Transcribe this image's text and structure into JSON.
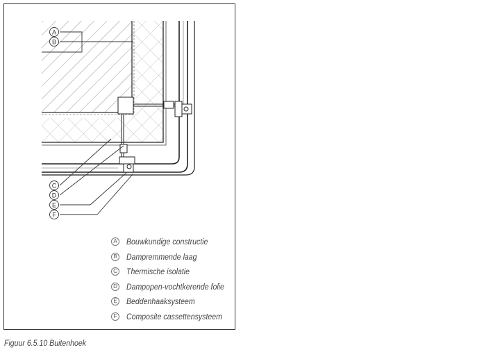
{
  "callouts": [
    {
      "letter": "A",
      "description": "Bouwkundige constructie"
    },
    {
      "letter": "B",
      "description": "Dampremmende laag"
    },
    {
      "letter": "C",
      "description": "Thermische isolatie"
    },
    {
      "letter": "D",
      "description": "Dampopen-vochtkerende folie"
    },
    {
      "letter": "E",
      "description": "Beddenhaaksysteem"
    },
    {
      "letter": "F",
      "description": "Composite cassettensysteem"
    }
  ],
  "caption": "Figuur 6.5.10 Buitenhoek",
  "colors": {
    "line": "#222222",
    "hatch": "#7a7a7a",
    "text": "#444444"
  }
}
